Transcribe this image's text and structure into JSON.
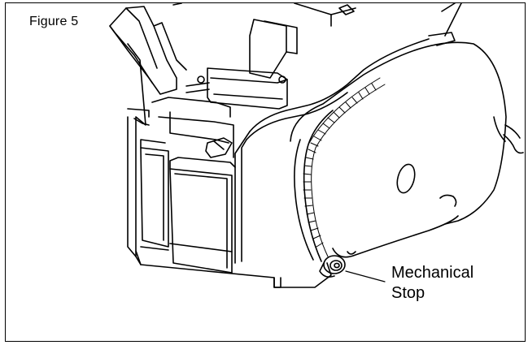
{
  "figure": {
    "label": "Figure 5"
  },
  "callout": {
    "line1": "Mechanical",
    "line2": "Stop"
  },
  "colors": {
    "ink": "#000000",
    "shade": "#e0e0e0",
    "background": "#ffffff"
  }
}
